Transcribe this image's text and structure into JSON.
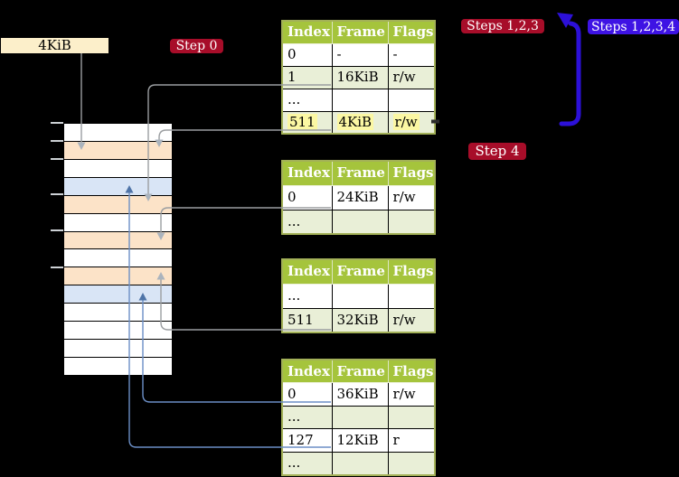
{
  "labels": {
    "page_size": "4KiB"
  },
  "badges": {
    "step0": "Step 0",
    "steps123": "Steps 1,2,3",
    "steps1234": "Steps 1,2,3,4",
    "step4": "Step 4"
  },
  "memory": {
    "rows": [
      "w",
      "p",
      "w",
      "b",
      "p",
      "w",
      "p",
      "w",
      "p",
      "b",
      "w",
      "w",
      "w",
      "w"
    ],
    "row_colors": {
      "w": "#ffffff",
      "p": "#fce3c8",
      "b": "#d9e5f6"
    },
    "ticks": [
      135,
      155,
      175,
      214,
      254,
      295
    ]
  },
  "tables": [
    {
      "name": "level-4",
      "headers": [
        "Index",
        "Frame",
        "Flags"
      ],
      "rows": [
        {
          "cells": [
            "0",
            "-",
            "-"
          ]
        },
        {
          "cells": [
            "1",
            "16KiB",
            "r/w"
          ],
          "striped": true
        },
        {
          "cells": [
            "...",
            "",
            ""
          ]
        },
        {
          "cells": [
            "511",
            "4KiB",
            "r/w"
          ],
          "striped": true,
          "highlight": true
        }
      ]
    },
    {
      "name": "level-3",
      "headers": [
        "Index",
        "Frame",
        "Flags"
      ],
      "rows": [
        {
          "cells": [
            "0",
            "24KiB",
            "r/w"
          ]
        },
        {
          "cells": [
            "...",
            "",
            ""
          ],
          "striped": true
        }
      ]
    },
    {
      "name": "level-2",
      "headers": [
        "Index",
        "Frame",
        "Flags"
      ],
      "rows": [
        {
          "cells": [
            "...",
            "",
            ""
          ]
        },
        {
          "cells": [
            "511",
            "32KiB",
            "r/w"
          ],
          "striped": true
        }
      ]
    },
    {
      "name": "level-1",
      "headers": [
        "Index",
        "Frame",
        "Flags"
      ],
      "rows": [
        {
          "cells": [
            "0",
            "36KiB",
            "r/w"
          ]
        },
        {
          "cells": [
            "...",
            "",
            ""
          ],
          "striped": true
        },
        {
          "cells": [
            "127",
            "12KiB",
            "r"
          ]
        },
        {
          "cells": [
            "...",
            "",
            ""
          ],
          "striped": true
        }
      ]
    }
  ],
  "colors": {
    "background": "#000000",
    "label_cream": "#fcefca",
    "badge_red": "#a70d29",
    "badge_blue": "#3e13e4",
    "loop_arrow_blue": "#2c10d8",
    "table_header_green": "#a5c43c",
    "table_row_green": "#e9efd7",
    "table_border_olive": "#a3b158",
    "highlight_yellow": "#fbf7a3",
    "memory_peach": "#fce3c8",
    "memory_blue": "#d9e5f6",
    "connector_gray": "#9b9ea1",
    "connector_steel_blue": "#6b8ec6"
  }
}
